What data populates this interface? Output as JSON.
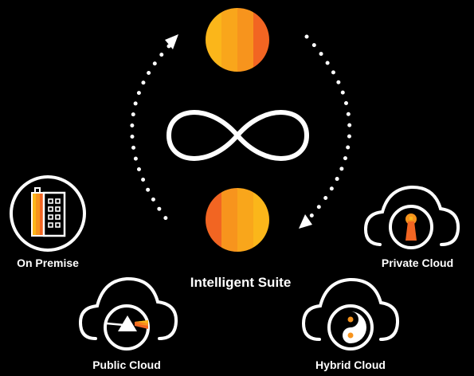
{
  "center": {
    "title": "Intelligent Suite"
  },
  "deployments": [
    {
      "label": "On Premise",
      "icon": "building-icon"
    },
    {
      "label": "Private Cloud",
      "icon": "cloud-keyhole-icon"
    },
    {
      "label": "Public Cloud",
      "icon": "cloud-prism-icon"
    },
    {
      "label": "Hybrid Cloud",
      "icon": "cloud-yin-yang-icon"
    }
  ],
  "colors": {
    "background": "#000000",
    "stroke": "#ffffff",
    "orange_light": "#fbb61a",
    "orange_mid": "#f7941d",
    "orange_dark": "#f26522"
  }
}
